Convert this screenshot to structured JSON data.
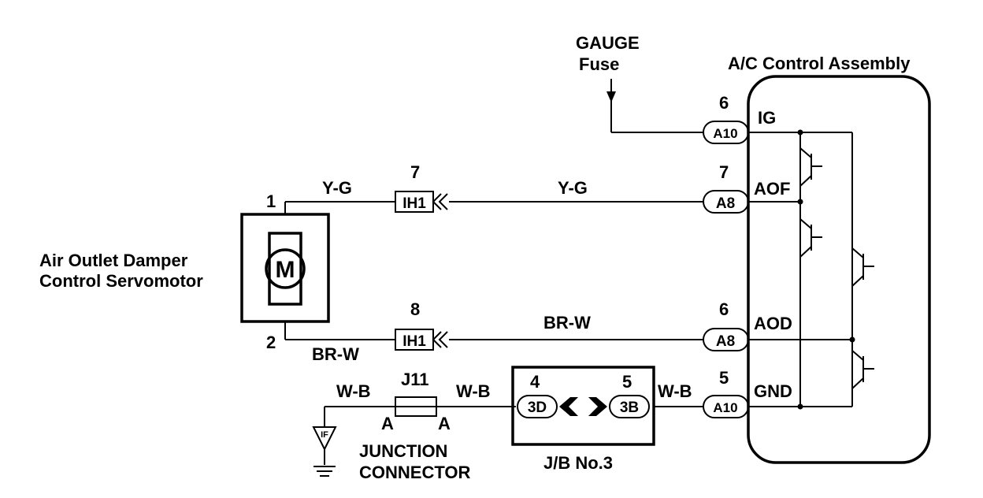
{
  "fuse": {
    "line1": "GAUGE",
    "line2": "Fuse"
  },
  "ac_control": {
    "title": "A/C Control Assembly",
    "terminals": {
      "ig": "IG",
      "aof": "AOF",
      "aod": "AOD",
      "gnd": "GND"
    }
  },
  "servomotor": {
    "line1": "Air Outlet Damper",
    "line2": "Control Servomotor",
    "motor_symbol": "M",
    "pin1": "1",
    "pin2": "2"
  },
  "connectors": {
    "a10_top": {
      "label": "A10",
      "pin": "6"
    },
    "a8_top": {
      "label": "A8",
      "pin": "7"
    },
    "a8_bottom": {
      "label": "A8",
      "pin": "6"
    },
    "a10_bottom": {
      "label": "A10",
      "pin": "5"
    },
    "ih1_top": {
      "label": "IH1",
      "pin": "7"
    },
    "ih1_bottom": {
      "label": "IH1",
      "pin": "8"
    },
    "jb_3d": {
      "label": "3D",
      "pin": "4"
    },
    "jb_3b": {
      "label": "3B",
      "pin": "5"
    }
  },
  "wires": {
    "yg_servo": "Y-G",
    "yg_main": "Y-G",
    "brw_main": "BR-W",
    "brw_servo": "BR-W",
    "wb_left": "W-B",
    "wb_mid": "W-B",
    "wb_right": "W-B"
  },
  "junction": {
    "id": "J11",
    "left_pin": "A",
    "right_pin": "A",
    "line1": "JUNCTION",
    "line2": "CONNECTOR"
  },
  "jb": {
    "name": "J/B No.3"
  },
  "ground": {
    "code": "IF"
  }
}
